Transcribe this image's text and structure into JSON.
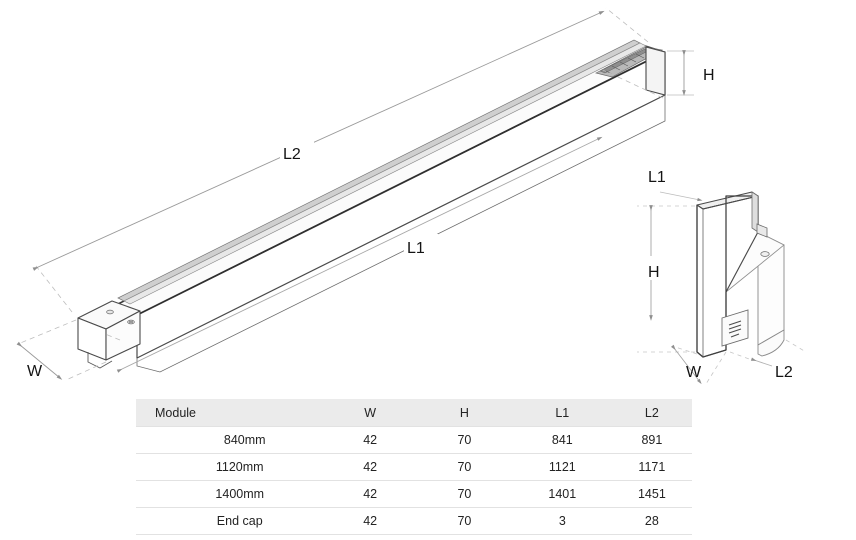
{
  "drawing": {
    "title": "Linear module dimension drawing",
    "views": [
      {
        "name": "main-profile-isometric",
        "description": "Elongated linear luminaire extrusion shown in isometric projection with end cap at near-left end"
      },
      {
        "name": "end-cap-detail-isometric",
        "description": "End cap component shown in isometric projection"
      }
    ],
    "dimension_labels": {
      "main_l2": "L2",
      "main_l1": "L1",
      "main_h": "H",
      "main_w": "W",
      "endcap_l1": "L1",
      "endcap_h": "H",
      "endcap_w": "W",
      "endcap_l2": "L2"
    },
    "colors": {
      "background": "#ffffff",
      "outline_dark": "#4a4a4a",
      "outline_heavy": "#3a3a3a",
      "dimension_line": "#9a9a9a",
      "label_text": "#141414",
      "table_header_bg": "#ebebeb",
      "table_border": "#e2e2e2",
      "shade_light": "#f2f2f2",
      "shade_mid": "#d8d8d8",
      "shade_dark": "#8e8e8e"
    }
  },
  "table": {
    "name": "module-dimension-table",
    "columns": [
      "Module",
      "W",
      "H",
      "L1",
      "L2"
    ],
    "rows": [
      {
        "module": "840mm",
        "w": "42",
        "h": "70",
        "l1": "841",
        "l2": "891"
      },
      {
        "module": "1120mm",
        "w": "42",
        "h": "70",
        "l1": "1121",
        "l2": "1171"
      },
      {
        "module": "1400mm",
        "w": "42",
        "h": "70",
        "l1": "1401",
        "l2": "1451"
      },
      {
        "module": "End cap",
        "w": "42",
        "h": "70",
        "l1": "3",
        "l2": "28"
      }
    ]
  }
}
